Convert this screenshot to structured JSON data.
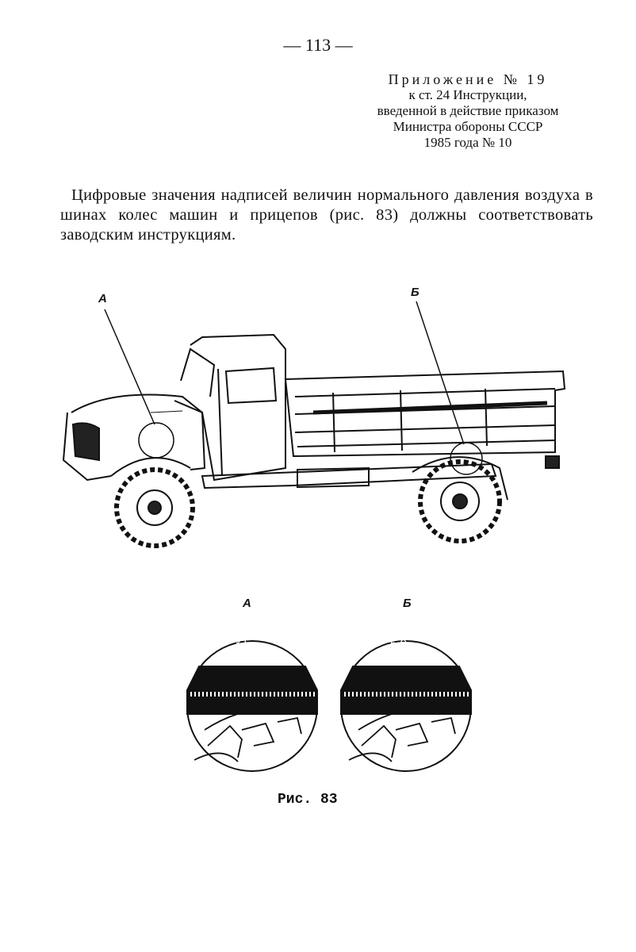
{
  "page_number": "— 113 —",
  "appendix": {
    "title": "Приложение № 19",
    "lines": [
      "к ст. 24 Инструкции,",
      "введенной в действие приказом",
      "Министра обороны СССР",
      "1985 года № 10"
    ]
  },
  "paragraph": "Цифровые значения надписей величин нормального давления воздуха в шинах колес машин и прицепов (рис. 83) должны соответствовать заводским инструкциям.",
  "figure": {
    "callout_a": "А",
    "callout_b": "Б",
    "detail_a_label": "А",
    "detail_b_label": "Б",
    "detail_a_value": "3.5",
    "detail_b_value": "5.0",
    "caption": "Рис. 83"
  }
}
